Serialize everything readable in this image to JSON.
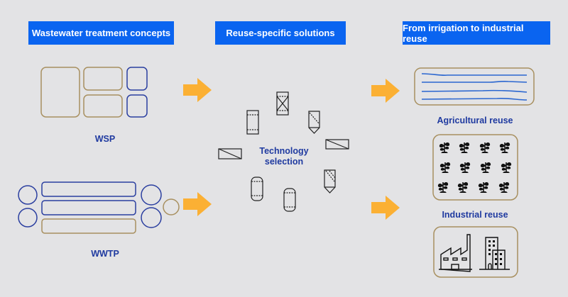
{
  "headers": {
    "concepts": "Wastewater treatment concepts",
    "solutions": "Reuse-specific solutions",
    "reuse": "From irrigation to industrial reuse"
  },
  "labels": {
    "wsp": "WSP",
    "wwtp": "WWTP",
    "technology_selection_line1": "Technology",
    "technology_selection_line2": "selection",
    "agricultural": "Agricultural reuse",
    "industrial": "Industrial reuse"
  },
  "colors": {
    "banner": "#0a64f0",
    "label": "#1f3aa0",
    "arrow": "#fbb034",
    "tan_border": "#a89060",
    "blue_border": "#2b3fa0"
  }
}
